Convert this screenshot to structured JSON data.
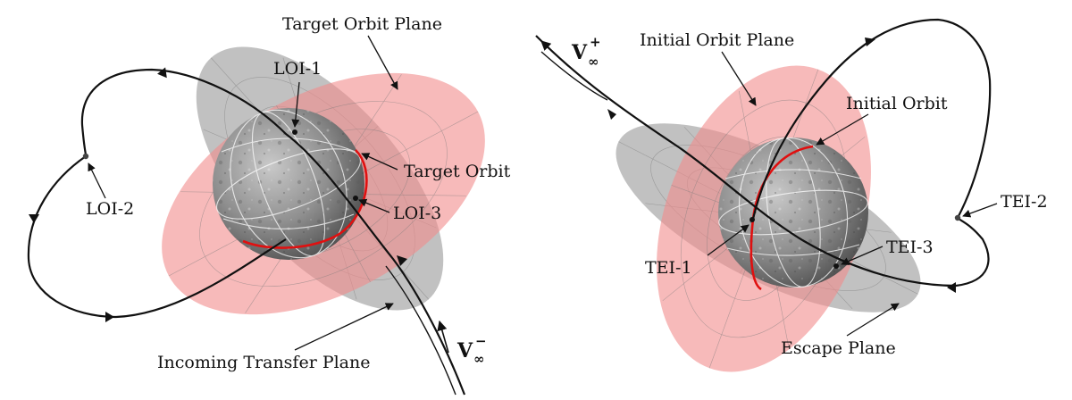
{
  "left_panel": {
    "labels": {
      "target_orbit_plane": "Target Orbit Plane",
      "loi_1": "LOI-1",
      "target_orbit": "Target Orbit",
      "loi_2": "LOI-2",
      "loi_3": "LOI-3",
      "incoming_transfer_plane": "Incoming Transfer Plane",
      "v_inf_base": "V",
      "v_inf_sup": "−",
      "v_inf_sub": "∞"
    }
  },
  "right_panel": {
    "labels": {
      "initial_orbit_plane": "Initial Orbit Plane",
      "initial_orbit": "Initial Orbit",
      "tei_1": "TEI-1",
      "tei_2": "TEI-2",
      "tei_3": "TEI-3",
      "escape_plane": "Escape Plane",
      "v_inf_base": "V",
      "v_inf_sup": "+",
      "v_inf_sub": "∞"
    }
  },
  "colors": {
    "orbit_plane_fill": "#f28c8c",
    "transfer_plane_fill": "#8e8e8e",
    "orbit_line": "#e01010",
    "trajectory_line": "#111111",
    "moon_base": "#8a8a8a"
  }
}
